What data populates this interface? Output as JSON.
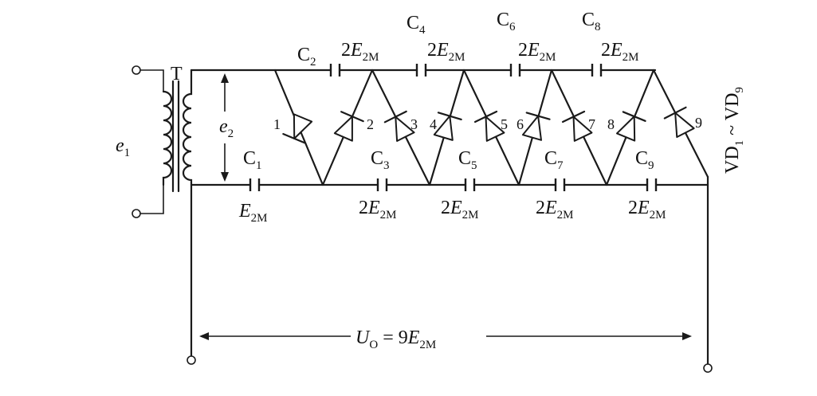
{
  "transformer": {
    "name": "T",
    "primary_var": "e",
    "primary_sub": "1",
    "secondary_var": "e",
    "secondary_sub": "2"
  },
  "top_capacitors": [
    {
      "name": "C",
      "sub": "2",
      "value_coef": "2",
      "value_var": "E",
      "value_sub": "2M"
    },
    {
      "name": "C",
      "sub": "4",
      "value_coef": "2",
      "value_var": "E",
      "value_sub": "2M"
    },
    {
      "name": "C",
      "sub": "6",
      "value_coef": "2",
      "value_var": "E",
      "value_sub": "2M"
    },
    {
      "name": "C",
      "sub": "8",
      "value_coef": "2",
      "value_var": "E",
      "value_sub": "2M"
    }
  ],
  "bottom_capacitors": [
    {
      "name": "C",
      "sub": "1",
      "value_coef": "",
      "value_var": "E",
      "value_sub": "2M"
    },
    {
      "name": "C",
      "sub": "3",
      "value_coef": "2",
      "value_var": "E",
      "value_sub": "2M"
    },
    {
      "name": "C",
      "sub": "5",
      "value_coef": "2",
      "value_var": "E",
      "value_sub": "2M"
    },
    {
      "name": "C",
      "sub": "7",
      "value_coef": "2",
      "value_var": "E",
      "value_sub": "2M"
    },
    {
      "name": "C",
      "sub": "9",
      "value_coef": "2",
      "value_var": "E",
      "value_sub": "2M"
    }
  ],
  "diodes": [
    "1",
    "2",
    "3",
    "4",
    "5",
    "6",
    "7",
    "8",
    "9"
  ],
  "diode_range": {
    "prefix": "VD",
    "from_sub": "1",
    "tilde": " ~ ",
    "to_sub": "9"
  },
  "output": {
    "var": "U",
    "sub": "O",
    "eq": " = 9",
    "var2": "E",
    "sub2": "2M"
  },
  "colors": {
    "ink": "#1a1a1a",
    "background": "#ffffff"
  }
}
